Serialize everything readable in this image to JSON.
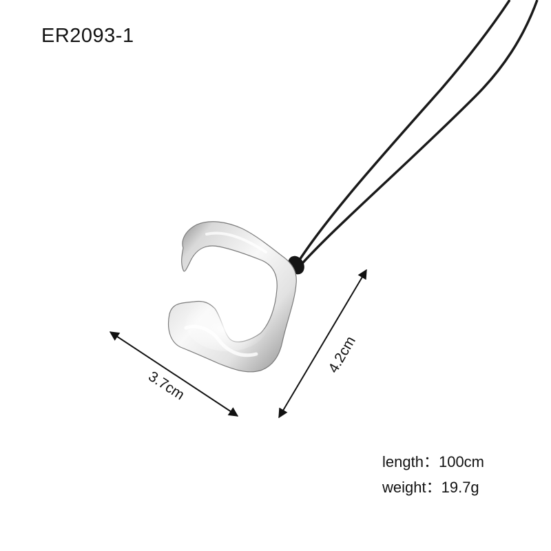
{
  "product": {
    "code": "ER2093-1"
  },
  "dimensions": {
    "width": "3.7cm",
    "height": "4.2cm"
  },
  "specs": {
    "length": {
      "label": "length",
      "separator": "：",
      "value": "100cm"
    },
    "weight": {
      "label": "weight",
      "separator": "：",
      "value": "19.7g"
    }
  },
  "colors": {
    "cord": "#1a1a1a",
    "metal_light": "#f4f4f4",
    "metal_mid": "#c9c9c9",
    "metal_dark": "#6e6e6e",
    "text": "#111111"
  },
  "icons": [
    "double-arrow-icon",
    "double-arrow-icon"
  ]
}
